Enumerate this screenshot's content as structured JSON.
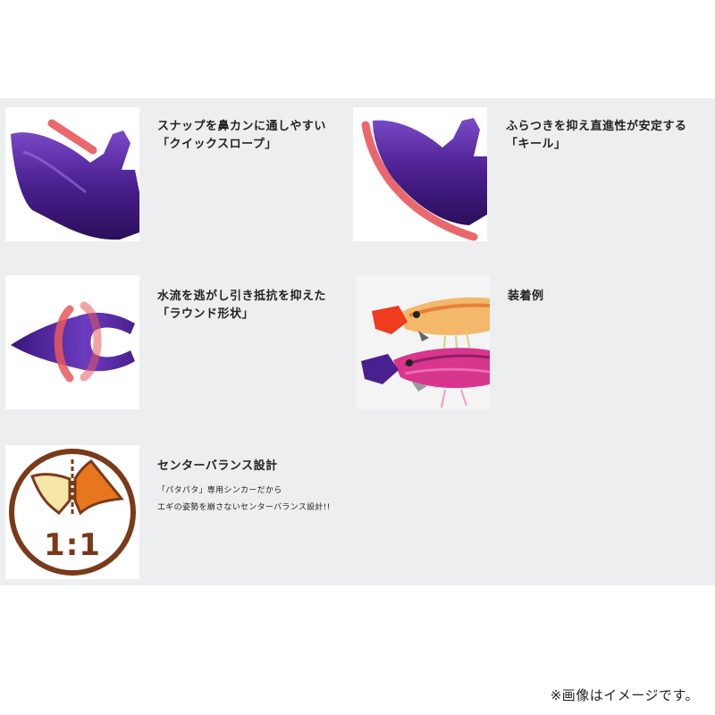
{
  "features": [
    {
      "title_line1": "スナップを鼻カンに通しやすい",
      "title_line2": "「クイックスロープ」"
    },
    {
      "title_line1": "ふらつきを抑え直進性が安定する",
      "title_line2": "「キール」"
    },
    {
      "title_line1": "水流を逃がし引き抵抗を抑えた",
      "title_line2": "「ラウンド形状」"
    },
    {
      "title_line1": "装着例"
    },
    {
      "title_line1": "センターバランス設計",
      "note_line1": "「パタパタ」専用シンカーだから",
      "note_line2": "エギの姿勢を崩さないセンターバランス設計!!",
      "badge_text": "1:1"
    }
  ],
  "footnote": "※画像はイメージです。",
  "colors": {
    "panel_bg": "#eceeef",
    "sinker_purple": "#4a1f8f",
    "highlight_red": "#e8585c",
    "badge_brown": "#7a3a1a",
    "badge_orange": "#e8761e",
    "badge_cream": "#f6e6a8"
  }
}
